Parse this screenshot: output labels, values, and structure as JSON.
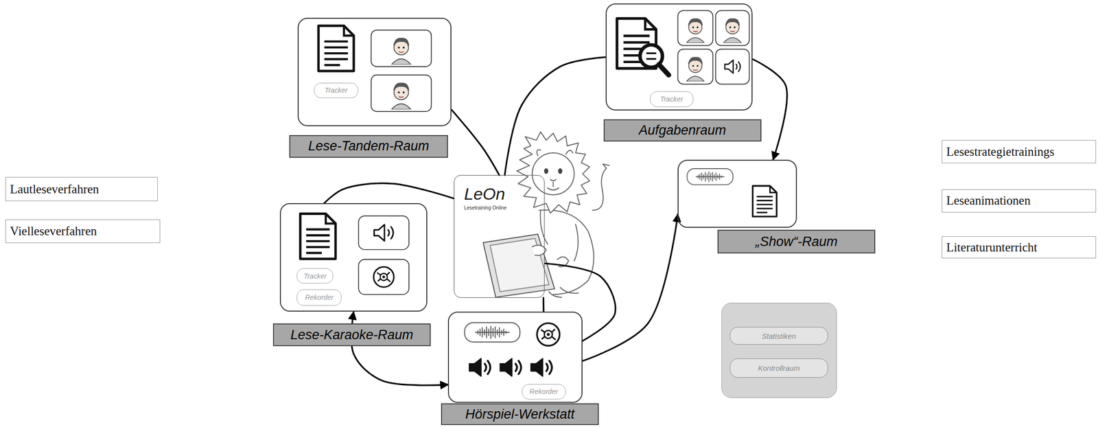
{
  "diagram": {
    "nodes": [
      {
        "text": [
          "Lese-Tandem-Raum"
        ]
      },
      {
        "text": [
          "Tracker"
        ],
        "in": 0
      },
      {
        "text": [
          "Aufgabenraum"
        ]
      },
      {
        "text": [
          "Tracker"
        ],
        "in": 2
      },
      {
        "text": [
          "Lesestrategietrainings"
        ]
      },
      {
        "text": [
          "Lautleseverfahren"
        ]
      },
      {
        "text": [
          "Leseanimationen"
        ]
      },
      {
        "text": [
          "Vielleseverfahren"
        ]
      },
      {
        "text": [
          "LeOn",
          "Lesetraining Online"
        ]
      },
      {
        "text": [
          "„Show“-Raum"
        ]
      },
      {
        "text": [
          "Literaturunterricht"
        ]
      },
      {
        "text": [
          "Lese-Karaoke-Raum"
        ]
      },
      {
        "text": [
          "Tracker"
        ],
        "in": 11
      },
      {
        "text": [
          "Rekorder"
        ],
        "in": 11
      },
      {
        "text": []
      },
      {
        "text": [
          "Statistiken"
        ],
        "in": 14
      },
      {
        "text": [
          "Kontrollraum"
        ],
        "in": 14
      },
      {
        "text": [
          "Hörspiel-Werkstatt"
        ]
      },
      {
        "text": [
          "Rekorder"
        ],
        "in": 17
      }
    ],
    "edges": [
      {
        "from": 0,
        "to": 8,
        "arrow": "none"
      },
      {
        "from": 8,
        "to": 2,
        "arrow": "none"
      },
      {
        "from": 2,
        "to": 9,
        "arrow": "to"
      },
      {
        "from": 8,
        "to": 11,
        "arrow": "none"
      },
      {
        "from": 11,
        "to": 17,
        "arrow": "both"
      },
      {
        "from": 17,
        "to": 8,
        "arrow": "none"
      },
      {
        "from": 17,
        "to": 8,
        "arrow": "none"
      },
      {
        "from": 17,
        "to": 9,
        "arrow": "to"
      }
    ]
  }
}
